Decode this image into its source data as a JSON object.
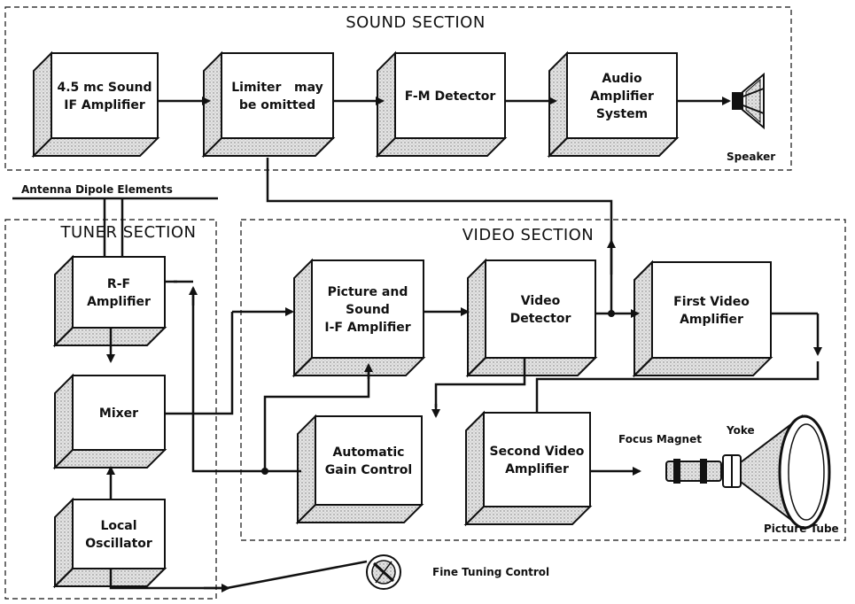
{
  "sections": {
    "sound": "SOUND SECTION",
    "tuner": "TUNER SECTION",
    "video": "VIDEO SECTION"
  },
  "boxes": {
    "sound_if": [
      "4.5 mc Sound",
      "IF Amplifier"
    ],
    "limiter": [
      "Limiter   may",
      "be omitted"
    ],
    "fm_detector": [
      "F-M Detector"
    ],
    "audio_amp": [
      "Audio",
      "Amplifier",
      "System"
    ],
    "rf_amp": [
      "R-F",
      "Amplifier"
    ],
    "mixer": [
      "Mixer"
    ],
    "local_osc": [
      "Local",
      "Oscillator"
    ],
    "pic_sound_if": [
      "Picture and",
      "Sound",
      "I-F Amplifier"
    ],
    "video_det": [
      "Video",
      "Detector"
    ],
    "first_video": [
      "First Video",
      "Amplifier"
    ],
    "agc": [
      "Automatic",
      "Gain Control"
    ],
    "second_video": [
      "Second Video",
      "Amplifier"
    ]
  },
  "labels": {
    "speaker": "Speaker",
    "antenna": "Antenna  Dipole  Elements",
    "focus_magnet": "Focus Magnet",
    "yoke": "Yoke",
    "picture_tube": "Picture Tube",
    "fine_tuning": "Fine Tuning Control"
  }
}
